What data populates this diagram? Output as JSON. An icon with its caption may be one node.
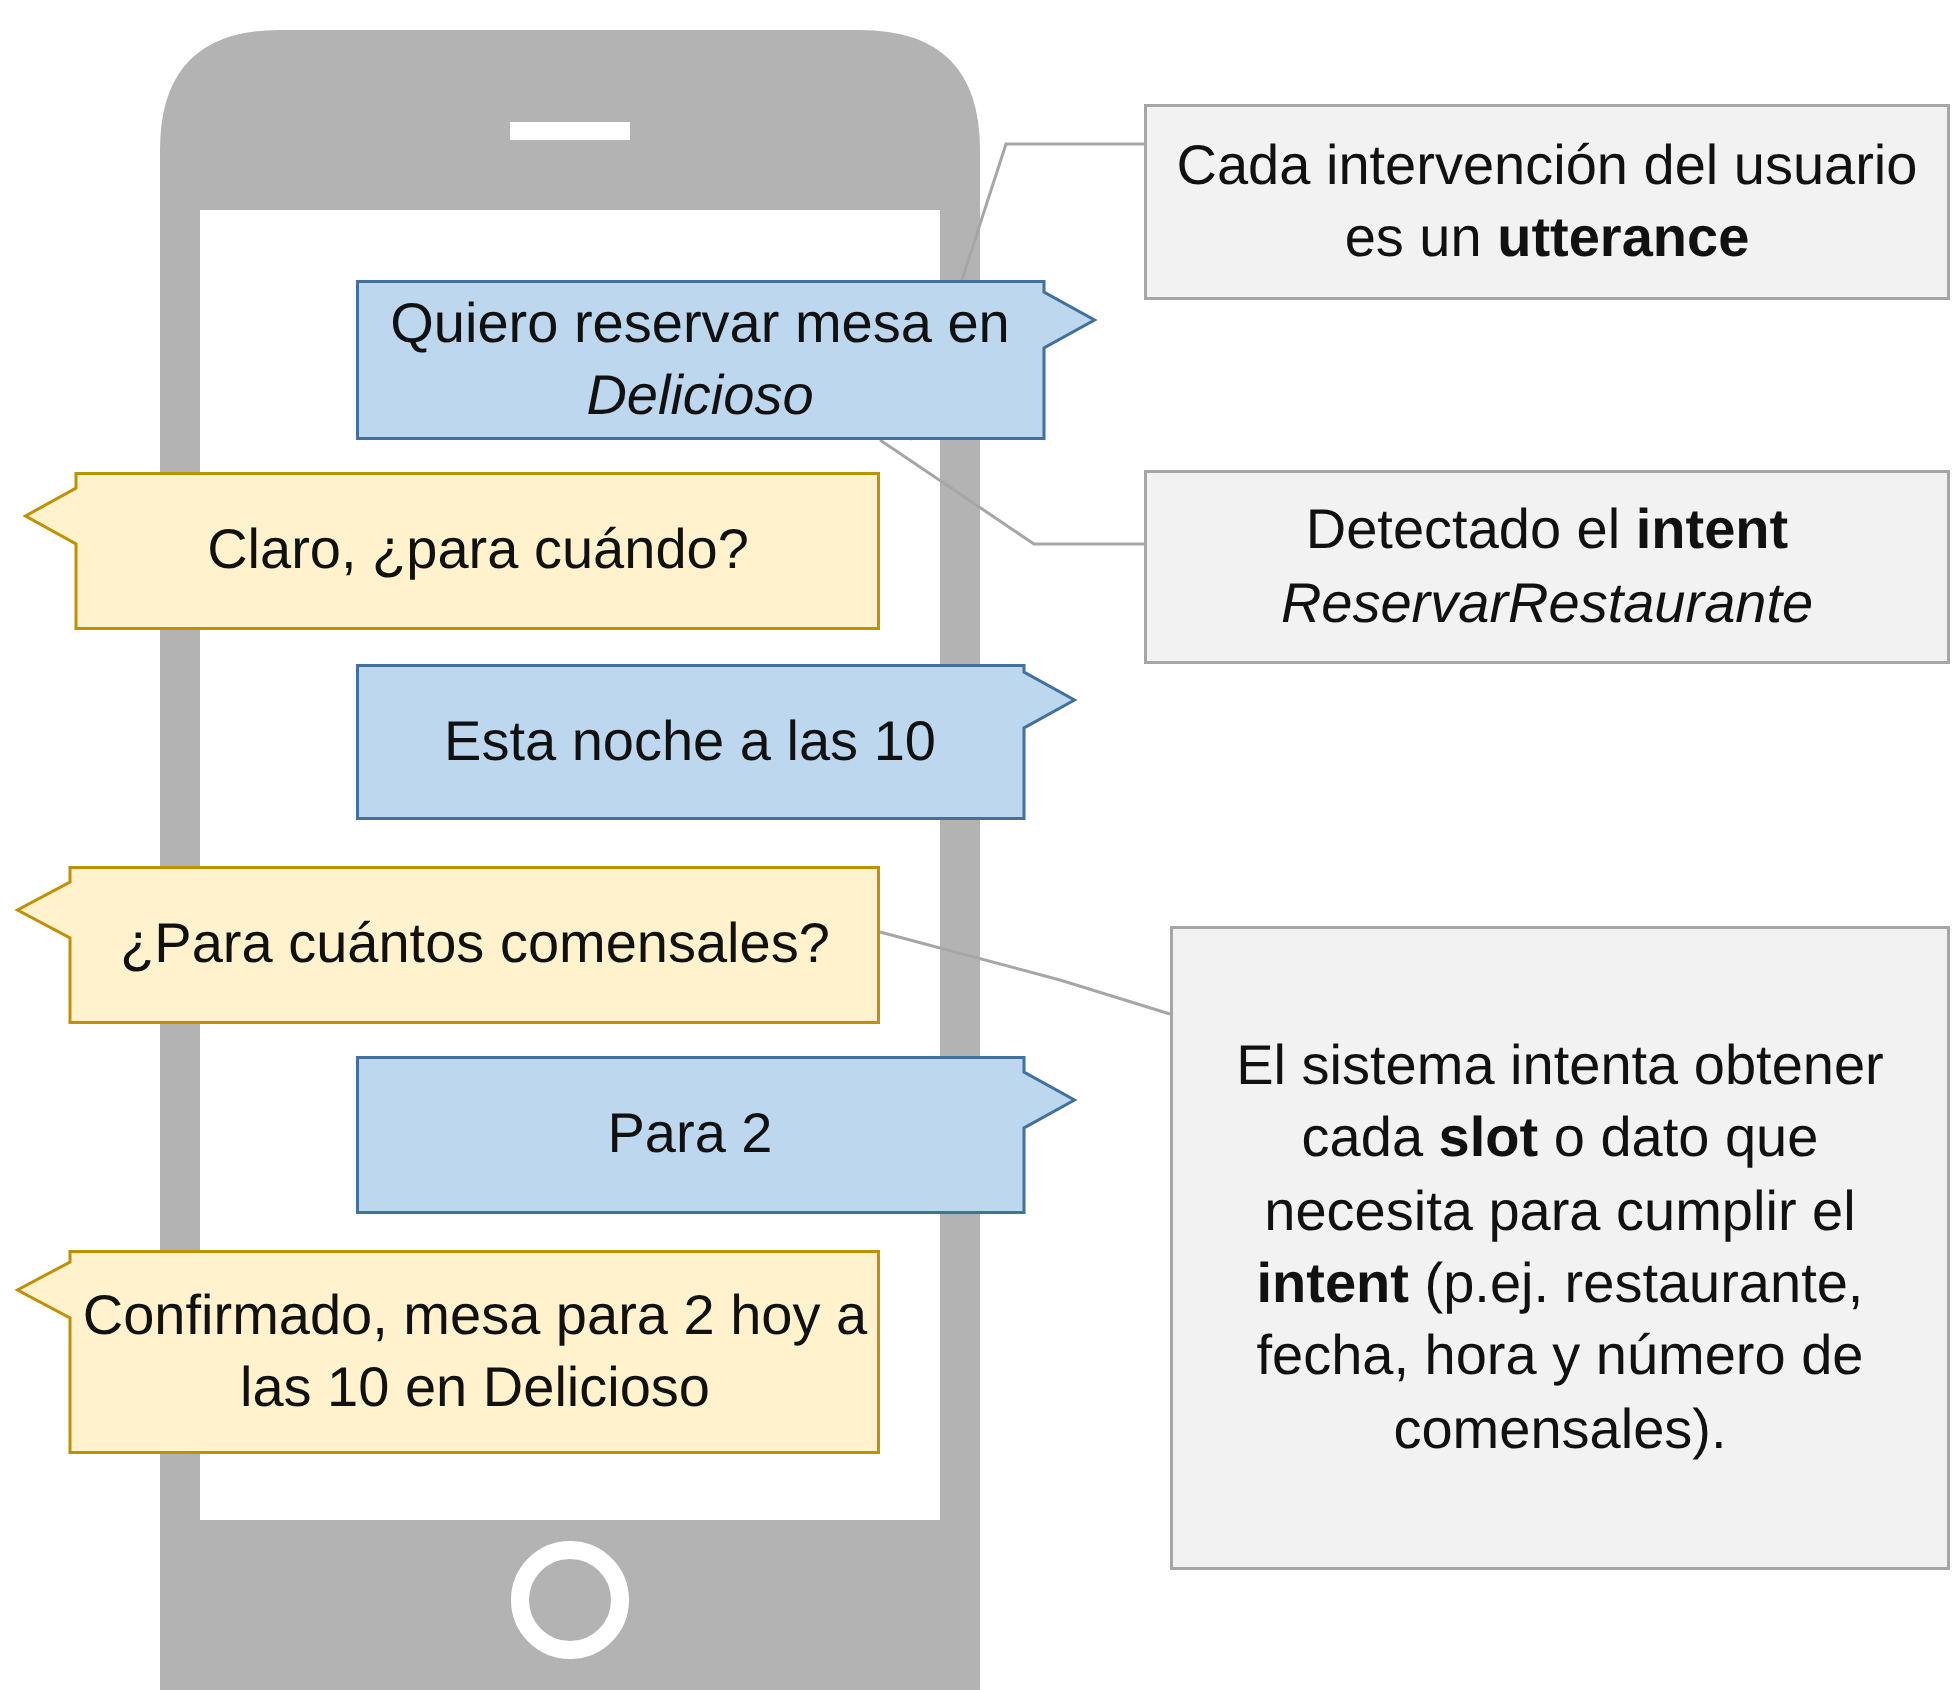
{
  "diagram": {
    "nodes": [
      {
        "text": [
          "Quiero reservar mesa en *Delicioso*"
        ]
      },
      {
        "text": [
          "Cada intervención del usuario es un **utterance**"
        ]
      },
      {
        "text": [
          "Claro, ¿para cuándo?"
        ]
      },
      {
        "text": [
          "Detectado el **intent** *ReservarRestaurante*"
        ]
      },
      {
        "text": [
          "Esta noche a las 10"
        ]
      },
      {
        "text": [
          "¿Para cuántos comensales?"
        ]
      },
      {
        "text": [
          "El sistema intenta obtener cada **slot** o dato que necesita para cumplir el **intent** (p.ej. restaurante, fecha, hora y número de comensales)."
        ]
      },
      {
        "text": [
          "Para 2"
        ]
      },
      {
        "text": [
          "Confirmado, mesa para 2 hoy a las 10 en Delicioso"
        ]
      }
    ],
    "edges": [
      {
        "from": 1,
        "to": 0,
        "arrow": "none"
      },
      {
        "from": 3,
        "to": 0,
        "arrow": "none"
      },
      {
        "from": 6,
        "to": 5,
        "arrow": "none"
      }
    ]
  }
}
